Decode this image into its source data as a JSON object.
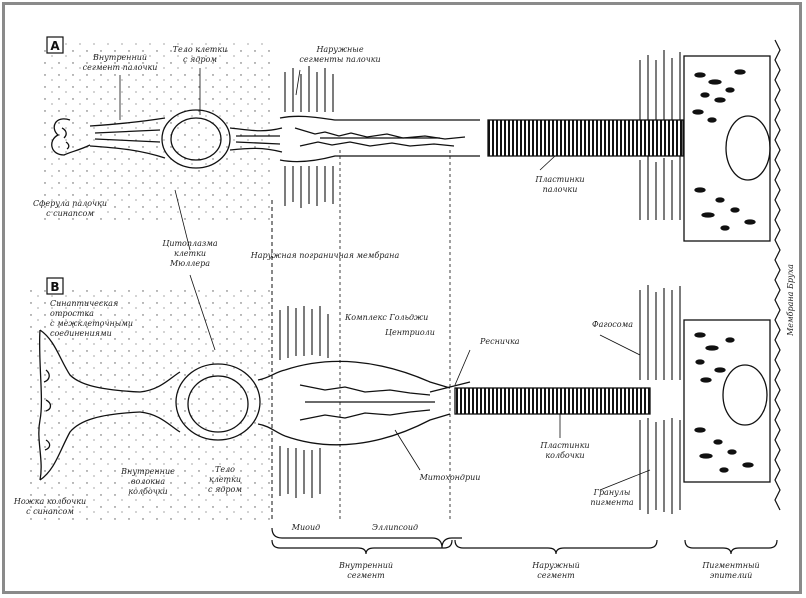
{
  "panels": {
    "a": "А",
    "b": "В"
  },
  "labels": {
    "inner_seg_a": [
      "Внутренний",
      "сегмент палочки"
    ],
    "nucleus_body_a": [
      "Тело клетки",
      "с ядром"
    ],
    "outer_seg_rod": [
      "Наружные",
      "сегменты палочки"
    ],
    "spherule": [
      "Сферула палочки",
      "с синапсом"
    ],
    "muller": [
      "Цитоплазма",
      "клетки",
      "Мюллера"
    ],
    "olm": "Наружная пограничная мембрана",
    "synaptic_ped": [
      "Синаптическая",
      "отростка",
      "с межклеточными",
      "соединениями"
    ],
    "golgi": "Комплекс Гольджи",
    "centriole": "Центриоли",
    "cilium": "Ресничка",
    "pigment": "Фагосома",
    "bruch": "Мембрана Бруха",
    "plate_disks_a": [
      "Пластинки",
      "палочки"
    ],
    "plate_disks_b": [
      "Пластинки",
      "колбочки"
    ],
    "inner_fibers": [
      "Внутренние",
      "волокна",
      "колбочки"
    ],
    "body_nucleus_b": [
      "Тело",
      "клетки",
      "с ядром"
    ],
    "mitochondria": "Митохондрии",
    "pigment_granules": [
      "Гранулы",
      "пигмента"
    ],
    "cone_pedicle": [
      "Ножка колбочки",
      "с синапсом"
    ],
    "myoid": "Миоид",
    "ellipsoid": "Эллипсоид",
    "inner_segment": [
      "Внутренний",
      "сегмент"
    ],
    "outer_segment": [
      "Наружный",
      "сегмент"
    ],
    "rpe": [
      "Пигментный",
      "эпителий"
    ]
  }
}
